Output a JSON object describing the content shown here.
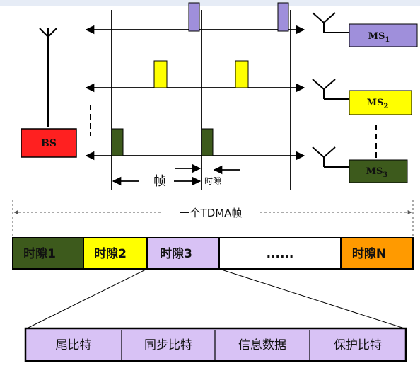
{
  "top_diagram": {
    "bs_label": "BS",
    "mobiles": [
      {
        "name": "MS",
        "sub": "1",
        "color": "#9f8fdb"
      },
      {
        "name": "MS",
        "sub": "2",
        "color": "#ffff00"
      },
      {
        "name": "MS",
        "sub": "3",
        "color": "#3d5a1c"
      }
    ],
    "frame_label": "帧",
    "slot_label": "时隙",
    "bs_color": "#ff2020"
  },
  "tdma_frame": {
    "title": "一个TDMA帧",
    "slots": [
      {
        "label": "时隙1",
        "color": "#3d5a1c"
      },
      {
        "label": "时隙2",
        "color": "#ffff00"
      },
      {
        "label": "时隙3",
        "color": "#d8c2f5"
      },
      {
        "label": "......",
        "color": "#ffffff"
      },
      {
        "label": "时隙N",
        "color": "#ff9a00"
      }
    ]
  },
  "slot_detail": {
    "fields": [
      "尾比特",
      "同步比特",
      "信息数据",
      "保护比特"
    ],
    "color": "#d8c2f5"
  }
}
